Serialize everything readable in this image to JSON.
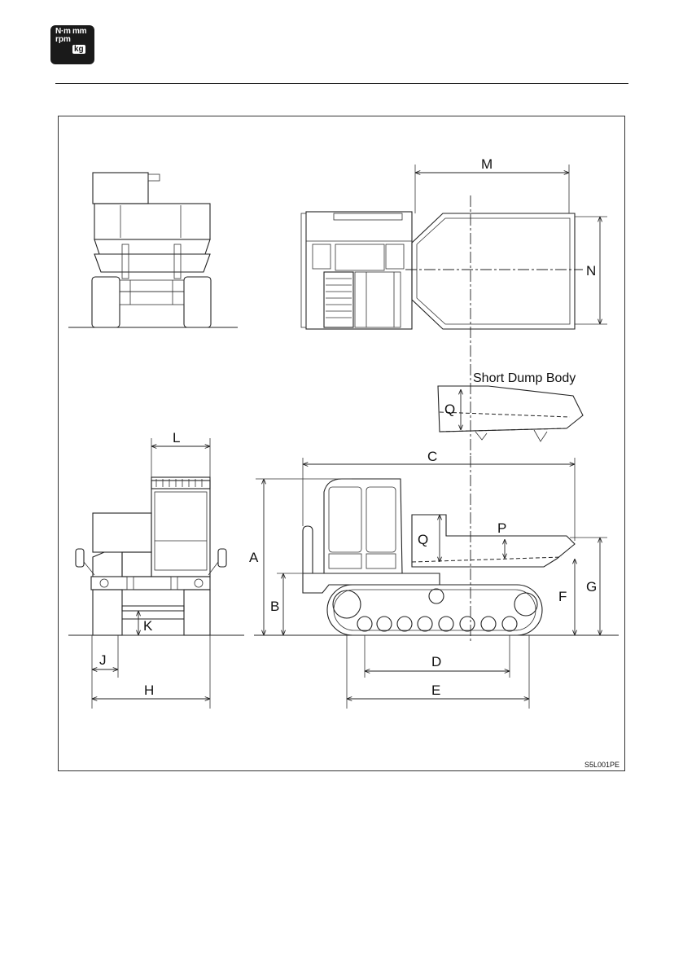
{
  "header": {
    "icon_name": "spec-units-icon",
    "icon_text": [
      "N·m mm",
      "rpm",
      "kg"
    ]
  },
  "figure": {
    "caption_short_dump": "Short Dump Body",
    "figure_code": "S5L001PE",
    "dimension_labels": {
      "A": "A",
      "B": "B",
      "C": "C",
      "D": "D",
      "E": "E",
      "F": "F",
      "G": "G",
      "H": "H",
      "J": "J",
      "K": "K",
      "L": "L",
      "M": "M",
      "N": "N",
      "P": "P",
      "Q": "Q"
    }
  }
}
